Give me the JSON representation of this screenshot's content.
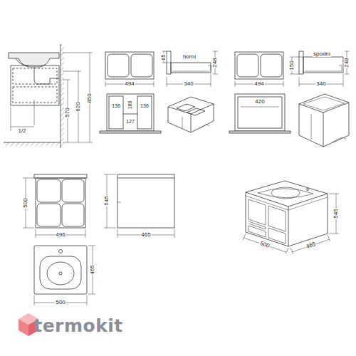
{
  "diagram": {
    "labels": [
      "1/2",
      "570",
      "620",
      "850",
      "494",
      "65",
      "horní",
      "248",
      "340",
      "494",
      "150",
      "spodní",
      "248",
      "340",
      "136",
      "180",
      "136",
      "127",
      "420",
      "500",
      "496",
      "545",
      "465",
      "465",
      "500",
      "545",
      "500",
      "465",
      "termokit"
    ]
  }
}
